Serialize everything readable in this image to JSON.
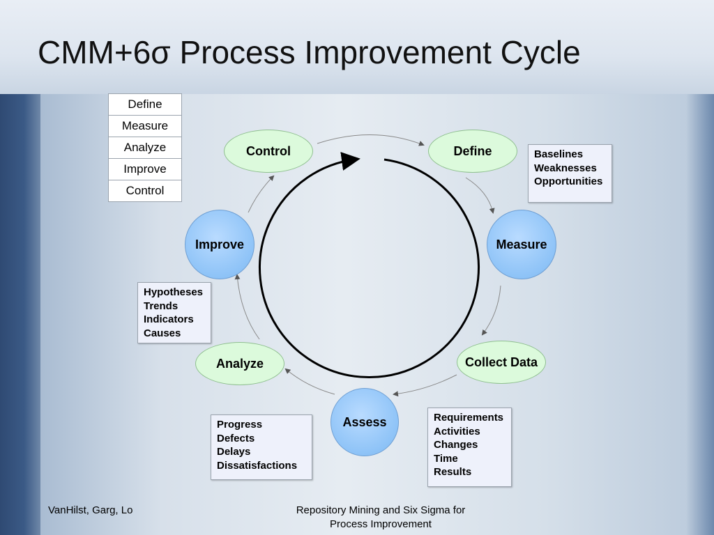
{
  "slide": {
    "title": "CMM+6σ Process Improvement Cycle",
    "footer_left": "VanHilst, Garg, Lo",
    "footer_center": "Repository Mining and Six Sigma for Process Improvement"
  },
  "phase_table": [
    "Define",
    "Measure",
    "Analyze",
    "Improve",
    "Control"
  ],
  "cycle_nodes": {
    "control": "Control",
    "define": "Define",
    "measure": "Measure",
    "collect_data": "Collect Data",
    "assess": "Assess",
    "analyze": "Analyze",
    "improve": "Improve"
  },
  "notes": {
    "define": [
      "Baselines",
      "Weaknesses",
      "Opportunities"
    ],
    "improve": [
      "Hypotheses",
      "Trends",
      "Indicators",
      "Causes"
    ],
    "assess": [
      "Progress",
      "Defects",
      "Delays",
      "Dissatisfactions"
    ],
    "collect_data": [
      "Requirements",
      "Activities",
      "Changes",
      "Time",
      "Results"
    ]
  },
  "colors": {
    "ellipse_fill": "#dcfadc",
    "circle_fill": "#8ec3f7",
    "note_fill": "#eef1fb"
  }
}
